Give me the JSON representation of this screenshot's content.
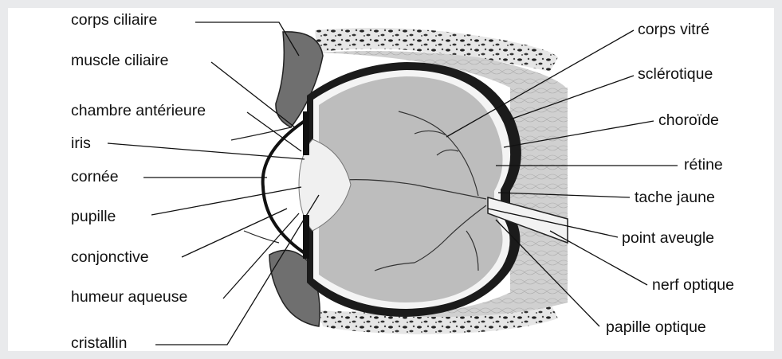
{
  "labels": {
    "corps_ciliaire": "corps ciliaire",
    "muscle_ciliaire": "muscle ciliaire",
    "chambre_anterieure": "chambre antérieure",
    "iris": "iris",
    "cornee": "cornée",
    "pupille": "pupille",
    "conjonctive": "conjonctive",
    "humeur_aqueuse": "humeur aqueuse",
    "cristallin": "cristallin",
    "corps_vitre": "corps vitré",
    "sclerotique": "sclérotique",
    "choroide": "choroïde",
    "retine": "rétine",
    "tache_jaune": "tache jaune",
    "point_aveugle": "point aveugle",
    "nerf_optique": "nerf optique",
    "papille_optique": "papille optique"
  },
  "colors": {
    "background": "#e9eaec",
    "panel": "#ffffff",
    "ink": "#111111",
    "tissue": "#cfcfcf",
    "vitreous": "#bdbdbd"
  }
}
